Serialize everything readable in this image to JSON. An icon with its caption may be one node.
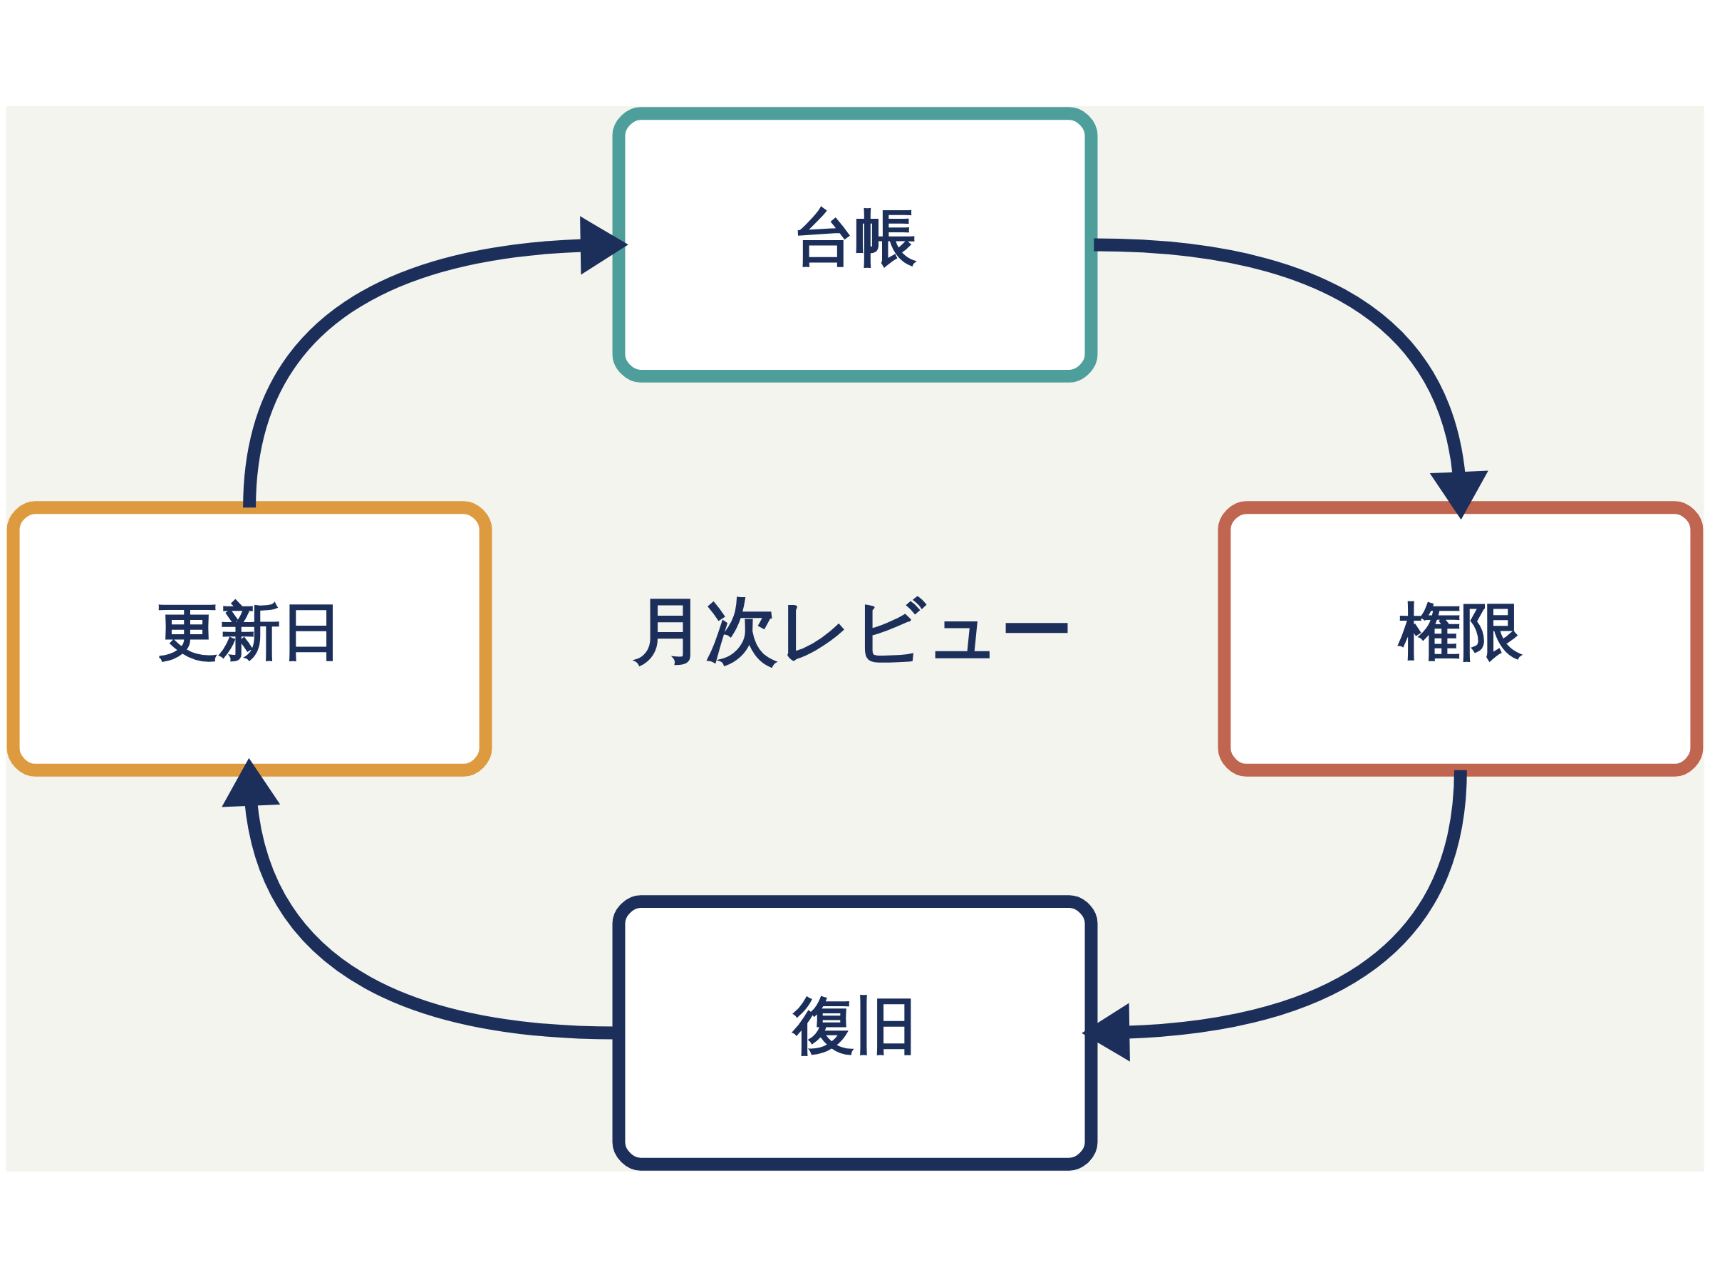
{
  "diagram": {
    "nodes": [
      {
        "text": [
          "台帳"
        ]
      },
      {
        "text": [
          "権限"
        ]
      },
      {
        "text": [
          "復旧"
        ]
      },
      {
        "text": [
          "更新日"
        ]
      }
    ],
    "edges": [
      {
        "from": 0,
        "to": 1,
        "arrow": "to"
      },
      {
        "from": 1,
        "to": 2,
        "arrow": "to"
      },
      {
        "from": 2,
        "to": 3,
        "arrow": "to"
      },
      {
        "from": 3,
        "to": 0,
        "arrow": "to"
      }
    ],
    "labels": [
      "月次レビュー"
    ]
  }
}
